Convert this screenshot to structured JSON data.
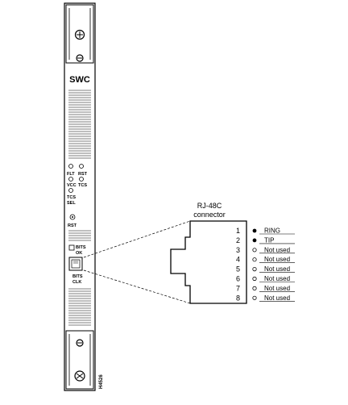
{
  "card": {
    "name": "SWC",
    "led_labels": {
      "flt": "FLT",
      "rst": "RST",
      "vcc": "VCC",
      "tcs": "TCS",
      "tcs_sel": "TCS",
      "sel": "SEL",
      "rst2": "RST",
      "bits_ok_1": "BITS",
      "bits_ok_2": "OK",
      "bits_clk_1": "BITS",
      "bits_clk_2": "CLK"
    },
    "figure_id": "H4526"
  },
  "connector": {
    "title_line1": "RJ-48C",
    "title_line2": "connector"
  },
  "pins": [
    {
      "number": "1",
      "label": "RING",
      "marker": "filled"
    },
    {
      "number": "2",
      "label": "TIP",
      "marker": "filled"
    },
    {
      "number": "3",
      "label": "Not used",
      "marker": "open"
    },
    {
      "number": "4",
      "label": "Not used",
      "marker": "open"
    },
    {
      "number": "5",
      "label": "Not used",
      "marker": "open"
    },
    {
      "number": "6",
      "label": "Not used",
      "marker": "open"
    },
    {
      "number": "7",
      "label": "Not used",
      "marker": "open"
    },
    {
      "number": "8",
      "label": "Not used",
      "marker": "open"
    }
  ]
}
